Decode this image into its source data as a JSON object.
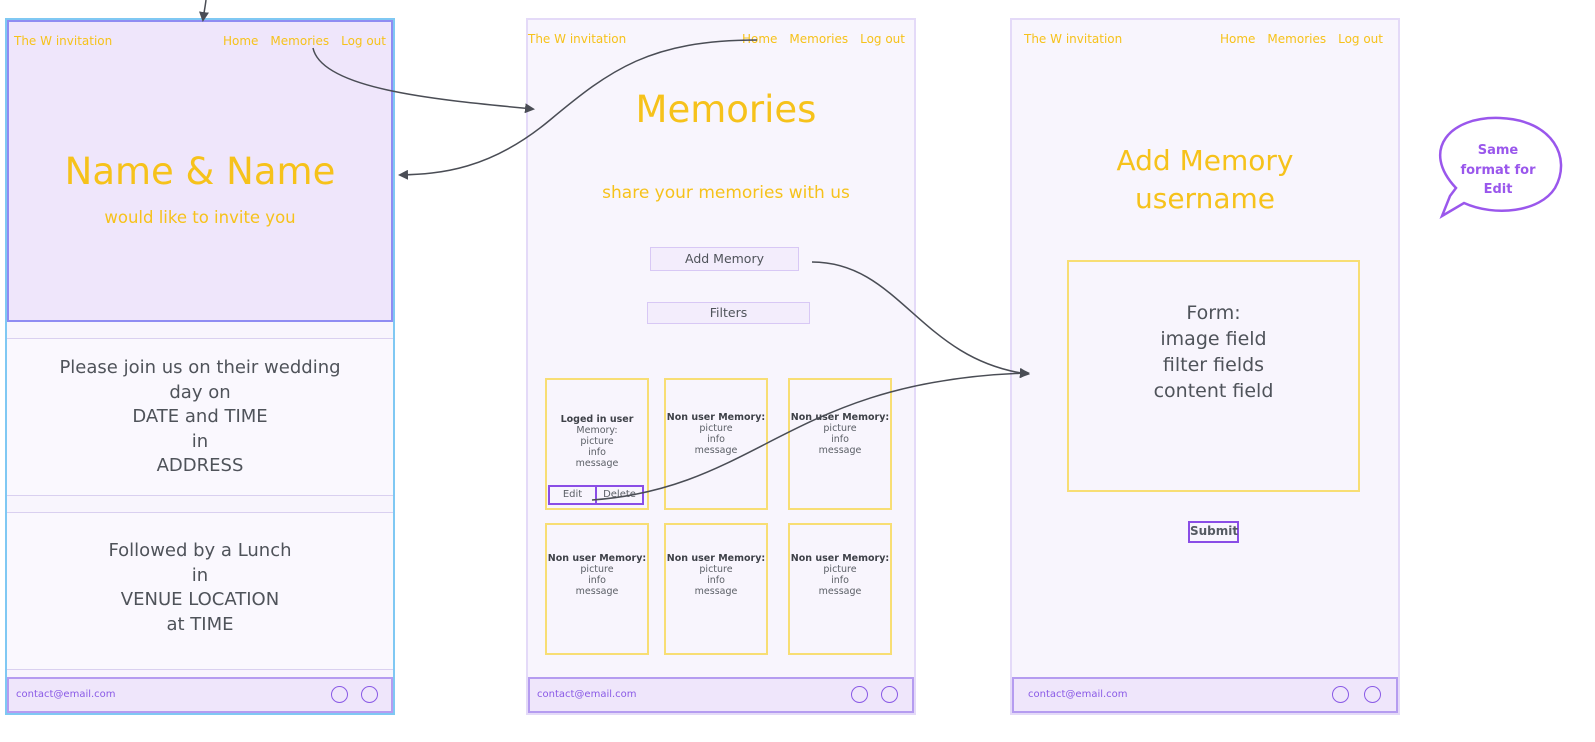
{
  "nav": {
    "brand": "The W invitation",
    "home": "Home",
    "memories": "Memories",
    "logout": "Log out"
  },
  "footer": {
    "email": "contact@email.com"
  },
  "home_page": {
    "hero_title": "Name & Name",
    "hero_subtitle": "would like to invite you",
    "section1": [
      "Please join us on their wedding",
      "day on",
      "DATE and TIME",
      "in",
      "ADDRESS"
    ],
    "section2": [
      "Followed by a Lunch",
      "in",
      "VENUE LOCATION",
      "at TIME"
    ]
  },
  "memories_page": {
    "title": "Memories",
    "subtitle": "share your memories with us",
    "add_button": "Add Memory",
    "filters_button": "Filters",
    "cards": [
      {
        "head": "Loged in user",
        "lines": [
          "Memory:",
          "picture",
          "info",
          "message"
        ],
        "edit": "Edit",
        "delete": "Delete"
      },
      {
        "head": "Non user Memory:",
        "lines": [
          "picture",
          "info",
          "message"
        ]
      },
      {
        "head": "Non user Memory:",
        "lines": [
          "picture",
          "info",
          "message"
        ]
      },
      {
        "head": "Non user Memory:",
        "lines": [
          "picture",
          "info",
          "message"
        ]
      },
      {
        "head": "Non user Memory:",
        "lines": [
          "picture",
          "info",
          "message"
        ]
      },
      {
        "head": "Non user Memory:",
        "lines": [
          "picture",
          "info",
          "message"
        ]
      }
    ]
  },
  "add_page": {
    "title_line1": "Add Memory",
    "title_line2": "username",
    "form_lines": [
      "Form:",
      "image field",
      "filter fields",
      "content field"
    ],
    "submit": "Submit"
  },
  "note": {
    "lines": [
      "Same",
      "format for",
      "Edit"
    ]
  },
  "colors": {
    "accent_yellow": "#f6c21b",
    "accent_purple": "#8a5ae6",
    "frame_border": "#d8c8f5",
    "card_border": "#f8de74"
  }
}
